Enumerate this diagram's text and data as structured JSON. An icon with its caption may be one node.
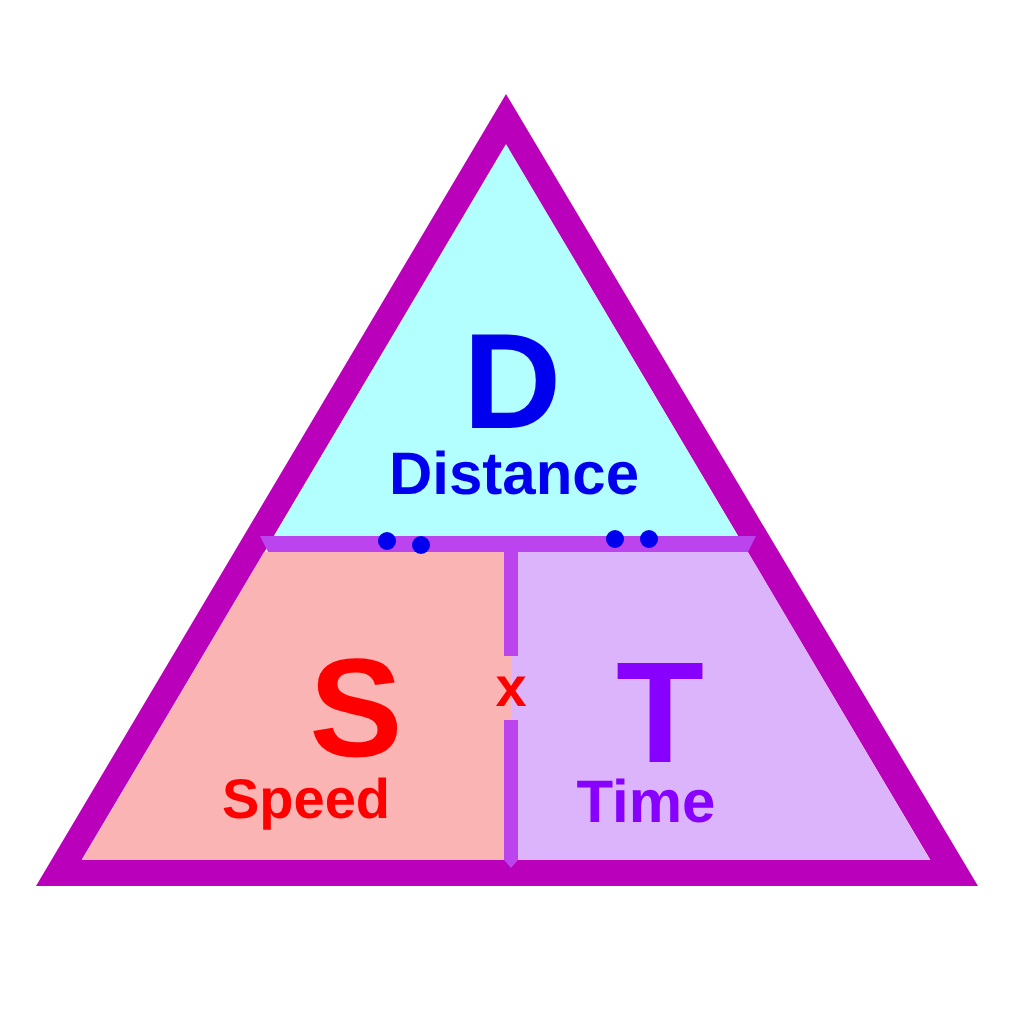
{
  "diagram": {
    "nodes": [
      {
        "text": [
          "D",
          "Distance"
        ]
      },
      {
        "text": [
          "S",
          "Speed"
        ]
      },
      {
        "text": [
          "T",
          "Time"
        ]
      }
    ],
    "labels": [
      "x"
    ]
  }
}
